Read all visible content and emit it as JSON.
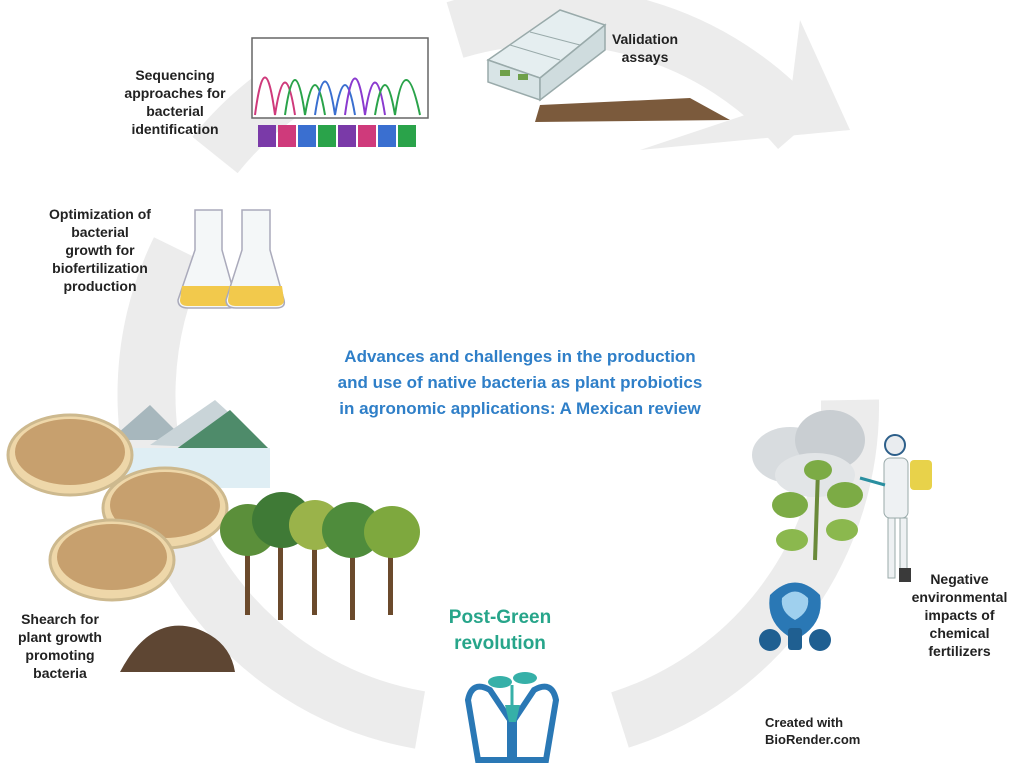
{
  "title": "Advances and challenges in the production\nand use of native bacteria as plant probiotics\nin agronomic applications: A Mexican review",
  "center": {
    "label": "Post-Green\nrevolution"
  },
  "steps": [
    {
      "id": "sequencing",
      "label": "Sequencing\napproaches for\nbacterial\nidentification"
    },
    {
      "id": "validation",
      "label": "Validation\nassays"
    },
    {
      "id": "optimization",
      "label": "Optimization of\nbacterial\ngrowth for\nbiofertilization\nproduction"
    },
    {
      "id": "search",
      "label": "Shearch for\nplant growth\npromoting\nbacteria"
    },
    {
      "id": "negative",
      "label": "Negative\nenvironmental\nimpacts of\nchemical\nfertilizers"
    }
  ],
  "credit": "Created with\nBioRender.com",
  "colors": {
    "cycle_arrow": "#ececec",
    "title": "#2f7fc8",
    "center_label": "#27a58a",
    "hands": "#2a78b5",
    "sprout": "#36b0a8"
  },
  "icons": [
    "chromatogram-icon",
    "greenhouse-icon",
    "flask-icon",
    "petri-dish-icon",
    "mountains-icon",
    "trees-icon",
    "soil-pile-icon",
    "plant-icon",
    "sprayer-person-icon",
    "gas-mask-icon",
    "cloud-icon",
    "hands-sprout-icon"
  ]
}
